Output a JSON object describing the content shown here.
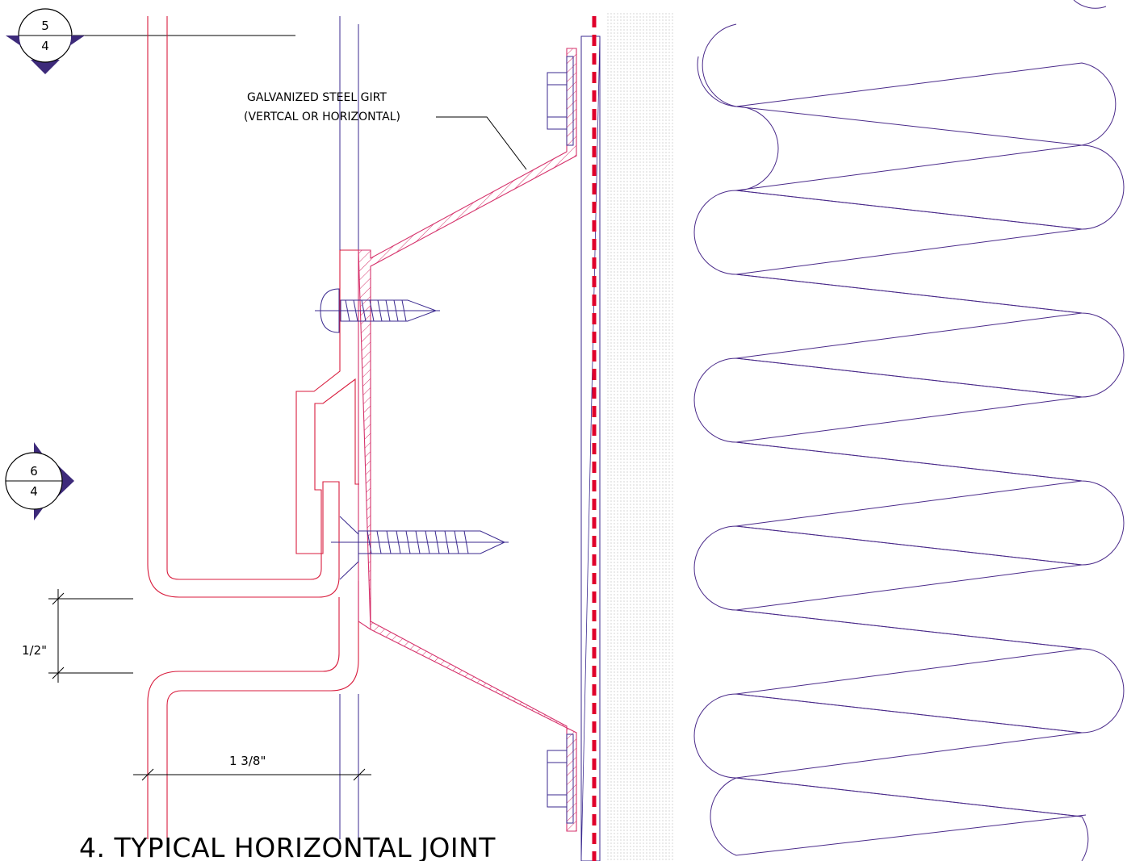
{
  "drawing": {
    "title": "4.  TYPICAL HORIZONTAL JOINT",
    "girt_callout": {
      "line1": "GALVANIZED STEEL GIRT",
      "line2": "(VERTCAL OR HORIZONTAL)"
    },
    "dimensions": {
      "vertical": "1/2\"",
      "horizontal": "1 3/8\""
    },
    "section_tags": [
      {
        "top": "5",
        "bottom": "4"
      },
      {
        "top": "6",
        "bottom": "4"
      }
    ],
    "colors": {
      "panel": "#d81b3c",
      "girt": "#d6336c",
      "fastener": "#3b2a8f",
      "barrier": "#e0002b",
      "insulation": "#4a2a8a",
      "marker_fill": "#3d2a7a"
    }
  }
}
